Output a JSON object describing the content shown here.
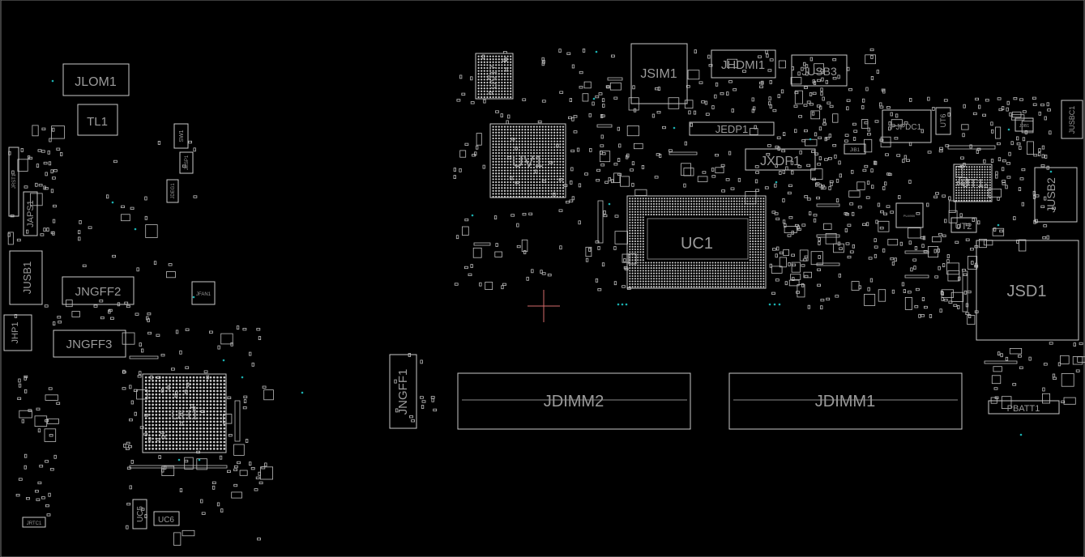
{
  "colors": {
    "background": "#000000",
    "outline": "#c8c8c8",
    "label": "#9a9a9a",
    "via": "#1ab0b0",
    "crosshair": "#d46a6a"
  },
  "labels": {
    "jlom1": "JLOM1",
    "tl1": "TL1",
    "sw1": "SW1",
    "jesp1": "JESP1",
    "jdeg1": "JDEG1",
    "jrst1": "JRST1",
    "japs1": "JAPS1",
    "jusb1": "JUSB1",
    "jngff2": "JNGFF2",
    "jfan1": "JFAN1",
    "jhp1": "JHP1",
    "jngff3": "JNGFF3",
    "uh1": "UH1",
    "uc5": "UC5",
    "uc6": "UC6",
    "jrtc1": "JRTC1",
    "jngff1": "JNGFF1",
    "uv17": "UV17",
    "jsim1": "JSIM1",
    "jhdmi1": "JHDMI1",
    "jusb3": "JUSB3",
    "jedp1": "JEDP1",
    "uv1": "UV1",
    "jxdp1": "JXDP1",
    "uc1": "UC1",
    "pjpdc1": "PJPDC1",
    "ut6": "UT6",
    "jusbc1": "JUSBC1",
    "jdb1": "JDB1",
    "ut1": "UT1",
    "jusb2": "JUSB2",
    "ut2": "UT2",
    "jsd1": "JSD1",
    "jdimm2": "JDIMM2",
    "jdimm1": "JDIMM1",
    "pbatt1": "PBATT1",
    "jib1": "JIB1",
    "pu4": "PU4900"
  }
}
